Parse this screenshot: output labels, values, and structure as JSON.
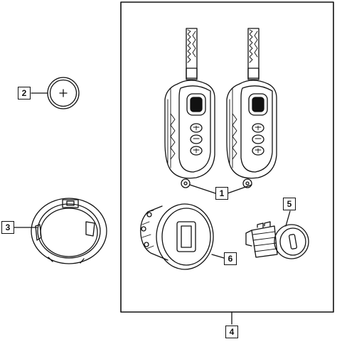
{
  "callouts": {
    "remote_key_fobs": "1",
    "battery": "2",
    "retainer_ring": "3",
    "kit_assembly": "4",
    "ignition_lock_cylinder": "5",
    "door_lock_cylinder": "6"
  }
}
